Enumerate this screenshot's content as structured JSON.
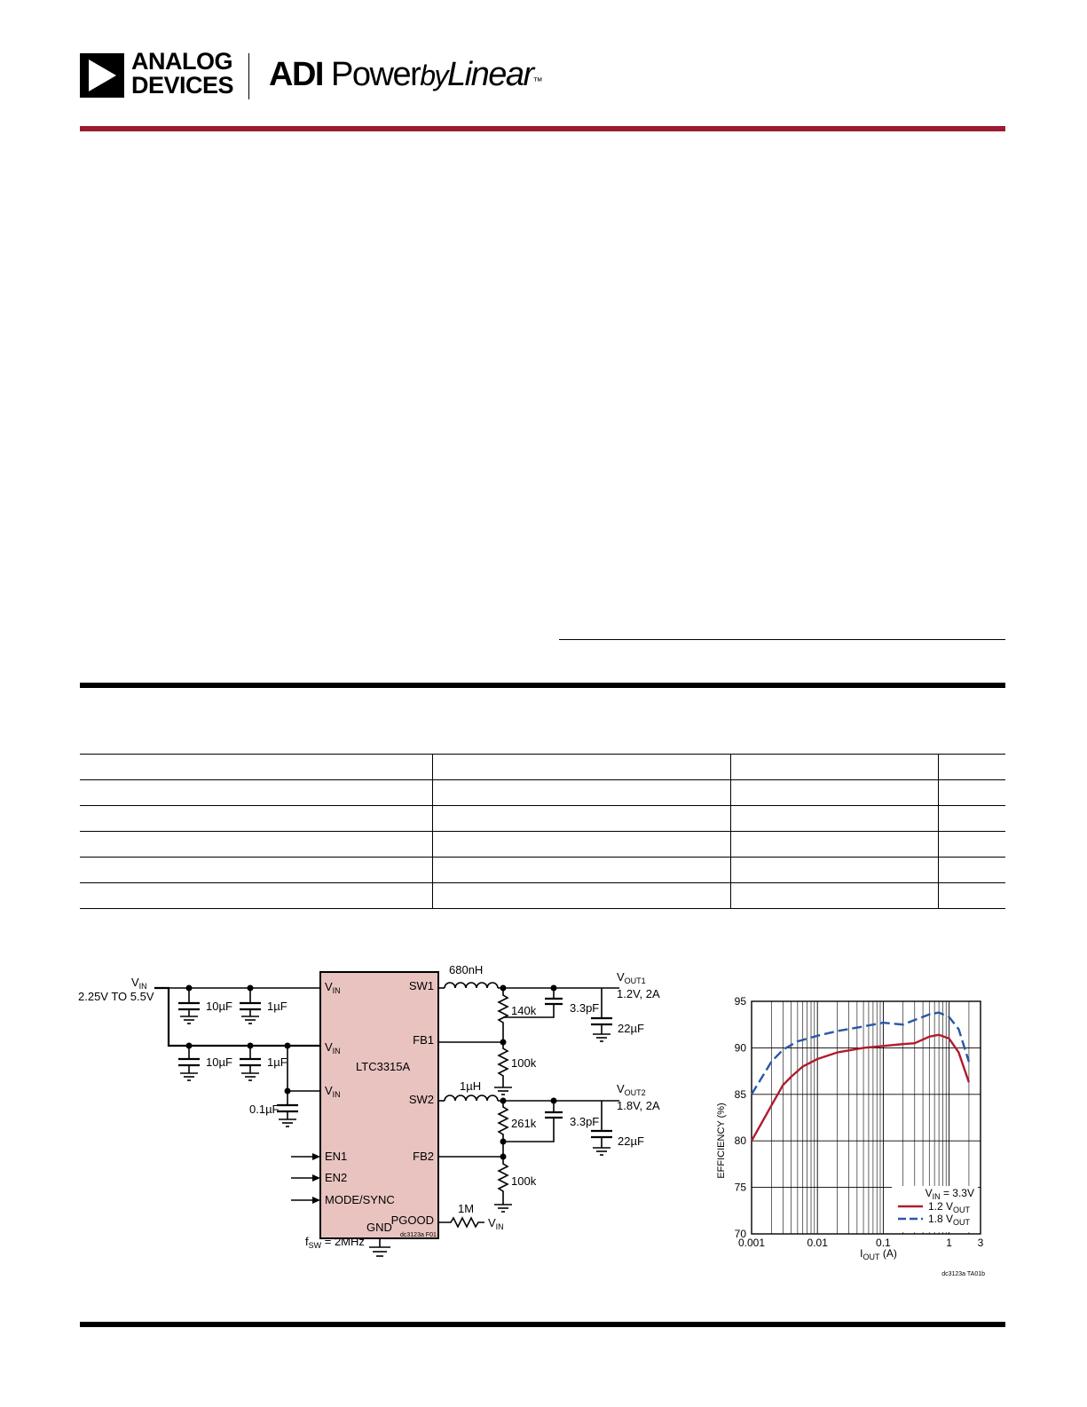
{
  "header": {
    "brand_line1": "ANALOG",
    "brand_line2": "DEVICES",
    "tagline_bold": "ADI",
    "tagline_power": "Power",
    "tagline_by": "by",
    "tagline_linear": "Linear",
    "tagline_tm": "™",
    "accent_color": "#9b1b30"
  },
  "spec_table": {
    "columns": 4,
    "rows": 6
  },
  "schematic": {
    "vin_label": "V",
    "vin_sub": "IN",
    "vin_range": "2.25V TO 5.5V",
    "chip_name": "LTC3315A",
    "chip_fill": "#e8c3c0",
    "pin_vin": "V",
    "pin_vin_sub": "IN",
    "pin_en1": "EN1",
    "pin_en2": "EN2",
    "pin_mode": "MODE/SYNC",
    "pin_gnd": "GND",
    "pin_sw1": "SW1",
    "pin_fb1": "FB1",
    "pin_sw2": "SW2",
    "pin_fb2": "FB2",
    "pin_pgood": "PGOOD",
    "cap_10uf": "10µF",
    "cap_1uf": "1µF",
    "cap_01uf": "0.1µF",
    "ind1": "680nH",
    "ind2": "1µH",
    "res_140k": "140k",
    "res_100k": "100k",
    "res_261k": "261k",
    "res_1m": "1M",
    "cap_33pf": "3.3pF",
    "cap_22uf": "22µF",
    "vout_label": "V",
    "vout1_sub": "OUT1",
    "vout1_spec": "1.2V, 2A",
    "vout2_sub": "OUT2",
    "vout2_spec": "1.8V, 2A",
    "fsw_label": "f",
    "fsw_sub": "SW",
    "fsw_value": " = 2MHz",
    "ref_code": "dc3123a F01"
  },
  "chart_data": {
    "type": "line",
    "ylabel": "EFFICIENCY (%)",
    "xlabel_main": "I",
    "xlabel_sub": "OUT",
    "xlabel_unit": " (A)",
    "x_scale": "log",
    "xlim": [
      0.001,
      3
    ],
    "ylim": [
      70,
      95
    ],
    "x_ticks": [
      0.001,
      0.01,
      0.1,
      1,
      3
    ],
    "x_tick_labels": [
      "0.001",
      "0.01",
      "0.1",
      "1",
      "3"
    ],
    "y_ticks": [
      70,
      75,
      80,
      85,
      90,
      95
    ],
    "y_tick_labels": [
      "70",
      "75",
      "80",
      "85",
      "90",
      "95"
    ],
    "grid": true,
    "legend_placement": "bottom-right",
    "legend_condition_main": "V",
    "legend_condition_sub": "IN",
    "legend_condition_value": " = 3.3V",
    "ref_code": "dc3123a TA01b",
    "series": [
      {
        "legend_main": "1.2 V",
        "legend_sub": "OUT",
        "color": "#b01c2e",
        "dash": "solid",
        "x": [
          0.001,
          0.002,
          0.003,
          0.004,
          0.006,
          0.01,
          0.02,
          0.05,
          0.1,
          0.2,
          0.3,
          0.5,
          0.7,
          1.0,
          1.4,
          2.0
        ],
        "y": [
          80.0,
          83.8,
          86.0,
          86.9,
          88.0,
          88.8,
          89.5,
          90.0,
          90.2,
          90.4,
          90.5,
          91.2,
          91.4,
          91.0,
          89.5,
          86.3
        ]
      },
      {
        "legend_main": "1.8 V",
        "legend_sub": "OUT",
        "color": "#2a57a8",
        "dash": "dashed",
        "x": [
          0.001,
          0.002,
          0.003,
          0.005,
          0.01,
          0.02,
          0.05,
          0.1,
          0.2,
          0.3,
          0.5,
          0.7,
          1.0,
          1.4,
          2.0
        ],
        "y": [
          85.0,
          88.5,
          89.8,
          90.7,
          91.3,
          91.8,
          92.3,
          92.7,
          92.5,
          93.0,
          93.6,
          93.8,
          93.3,
          92.0,
          88.5
        ]
      }
    ]
  }
}
